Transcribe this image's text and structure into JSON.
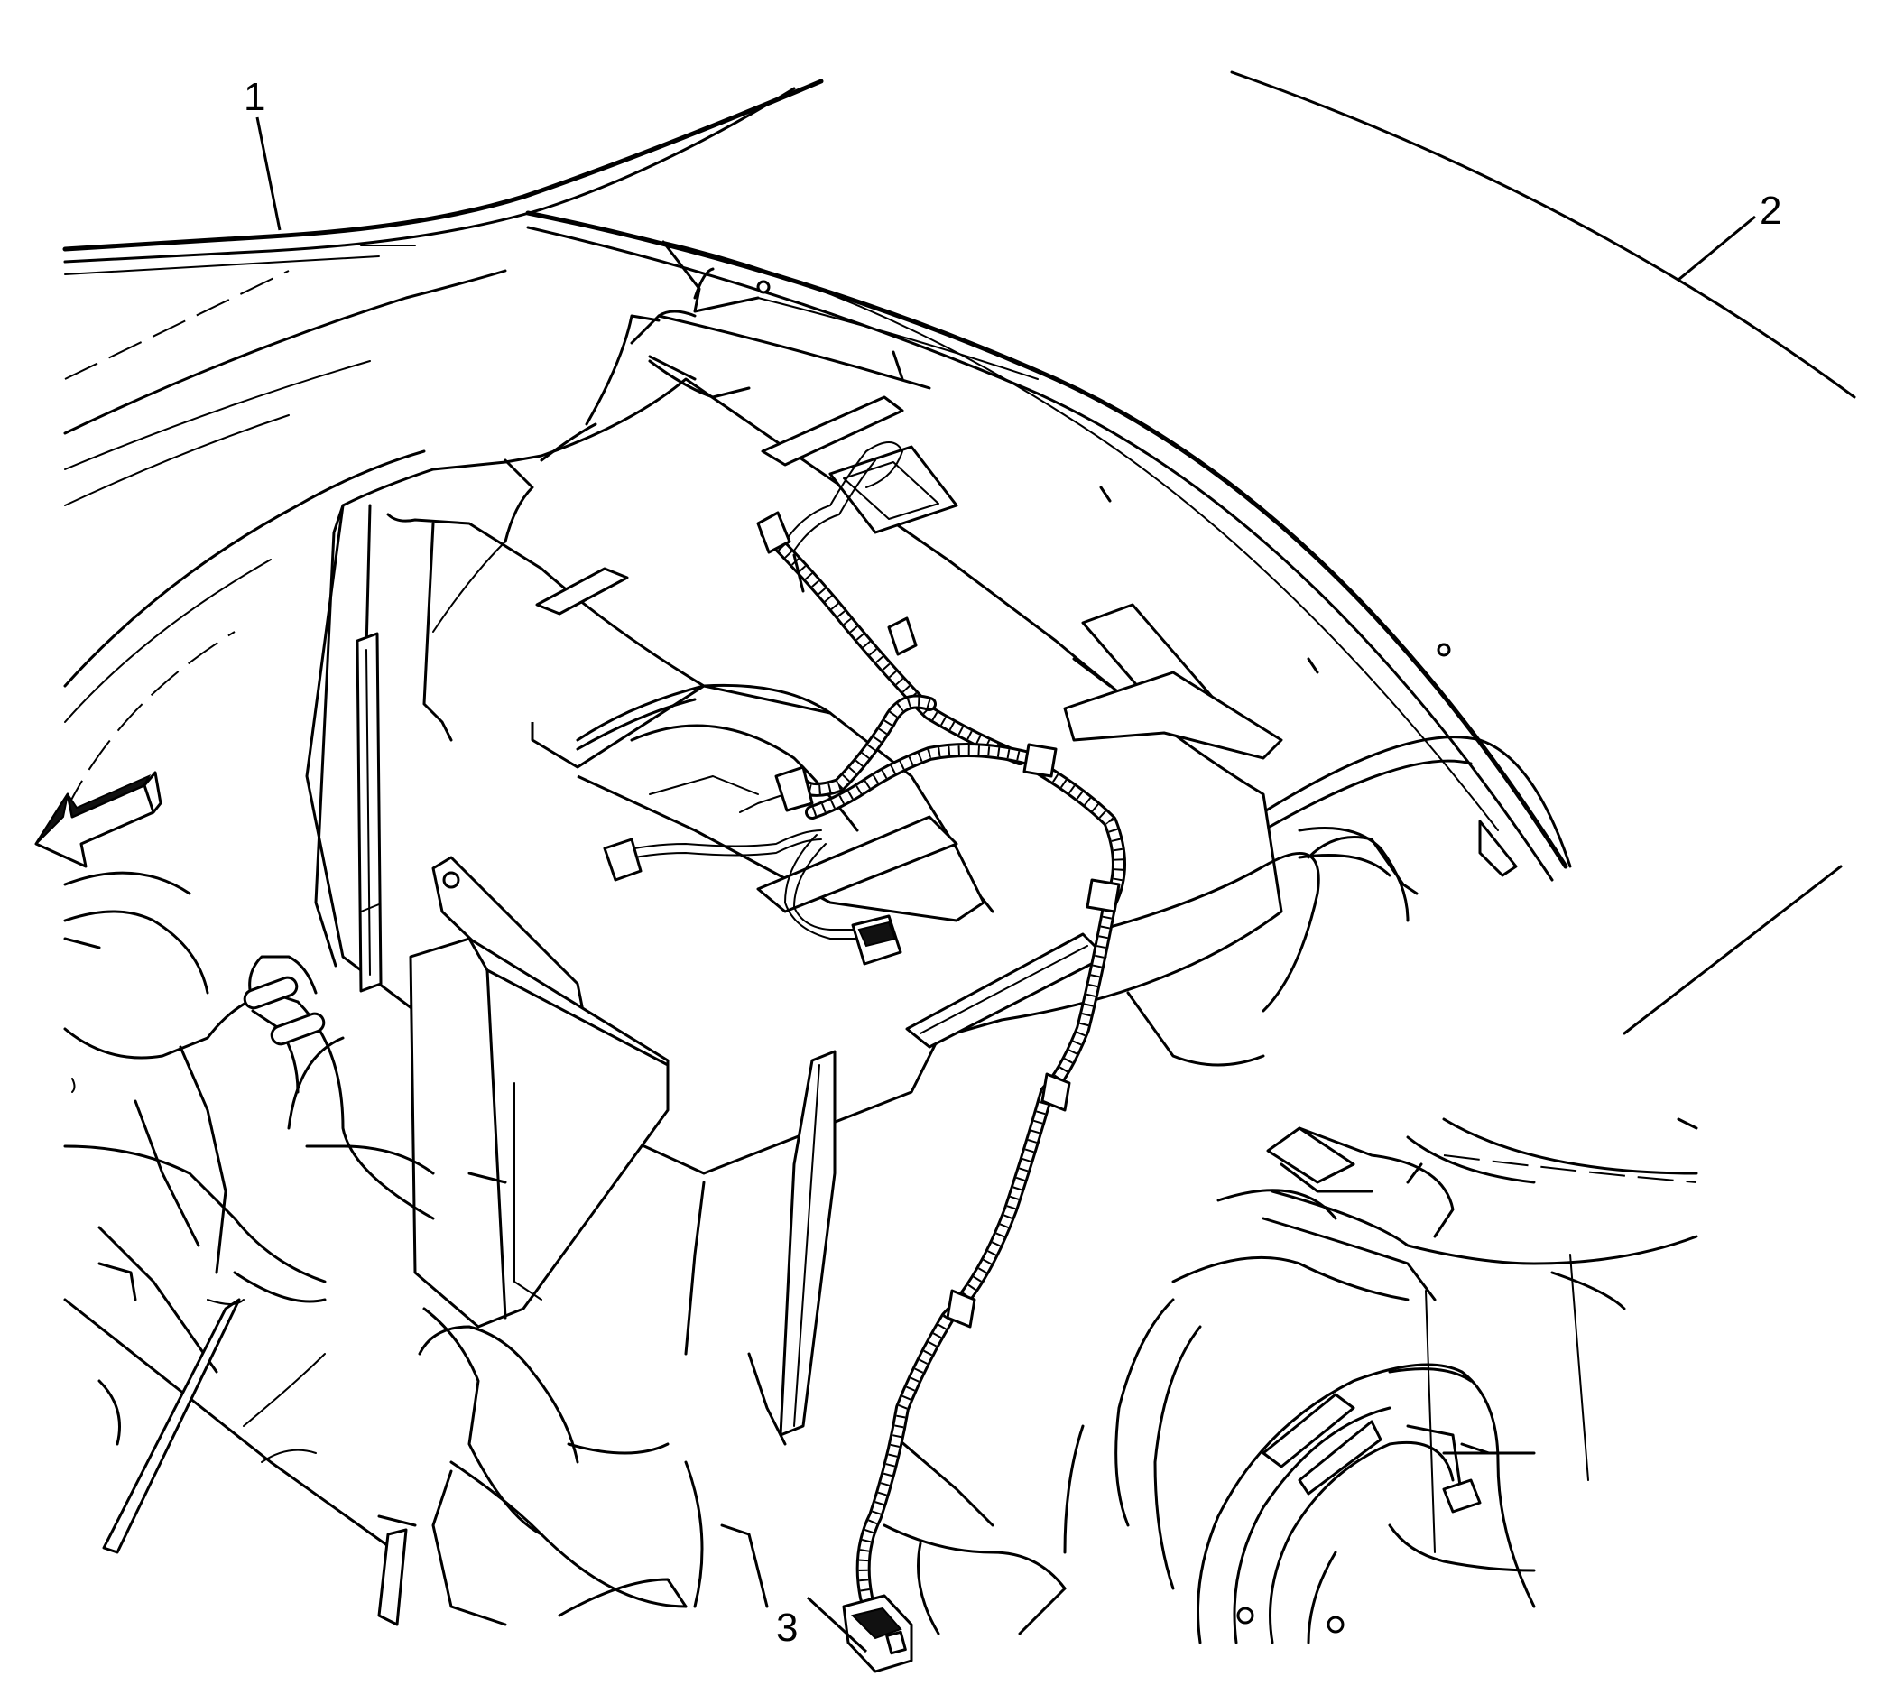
{
  "callouts": [
    {
      "id": "1",
      "label": "1"
    },
    {
      "id": "2",
      "label": "2"
    },
    {
      "id": "3",
      "label": "3"
    }
  ],
  "direction_arrow": {
    "icon": "forward-arrow-icon"
  },
  "colors": {
    "line": "#000000",
    "background": "#ffffff"
  }
}
